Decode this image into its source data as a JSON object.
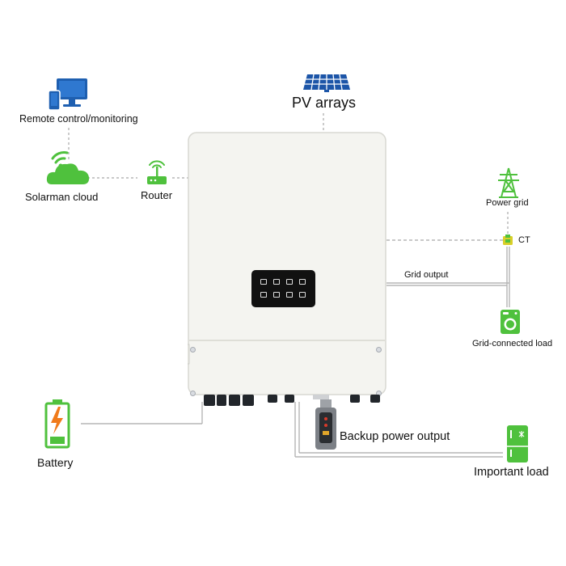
{
  "labels": {
    "pv_arrays": "PV arrays",
    "remote": "Remote control/monitoring",
    "cloud": "Solarman cloud",
    "router": "Router",
    "power_grid": "Power grid",
    "ct": "CT",
    "grid_output": "Grid output",
    "grid_load": "Grid-connected load",
    "battery": "Battery",
    "backup_output": "Backup power output",
    "important_load": "Important load"
  },
  "colors": {
    "green": "#4fc13d",
    "solar_blue": "#1c55a8",
    "monitor_blue": "#1e5fb0",
    "line": "#b5b5b5",
    "inverter_body": "#f4f4f0",
    "battery_bolt": "#f07a1a"
  },
  "icons": {
    "pv": "solar-panel-icon",
    "remote": "computer-phone-icon",
    "cloud": "wifi-cloud-icon",
    "router": "router-icon",
    "grid": "transmission-tower-icon",
    "ct": "current-transformer-icon",
    "grid_load": "washing-machine-icon",
    "battery": "battery-icon",
    "important_load": "refrigerator-icon"
  }
}
